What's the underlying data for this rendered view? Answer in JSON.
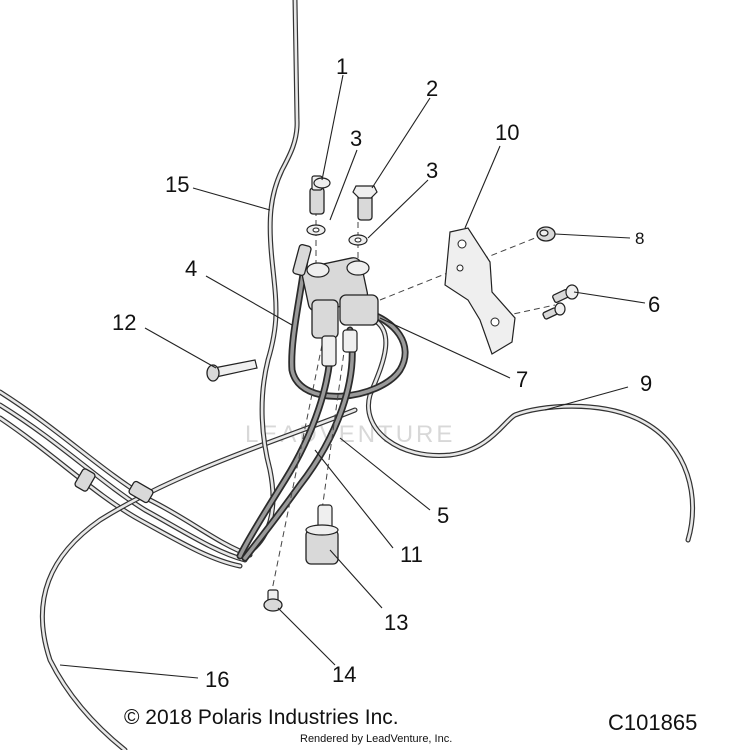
{
  "callouts": {
    "c1": "1",
    "c2": "2",
    "c3a": "3",
    "c3b": "3",
    "c4": "4",
    "c5": "5",
    "c6": "6",
    "c7": "7",
    "c8": "8",
    "c9": "9",
    "c10": "10",
    "c11": "11",
    "c12": "12",
    "c13": "13",
    "c14": "14",
    "c15": "15",
    "c16": "16"
  },
  "watermark": "LEADVENTURE",
  "footer": {
    "copyright": "© 2018 Polaris Industries Inc.",
    "rendered_by": "Rendered by LeadVenture, Inc.",
    "diagram_code": "C101865"
  }
}
